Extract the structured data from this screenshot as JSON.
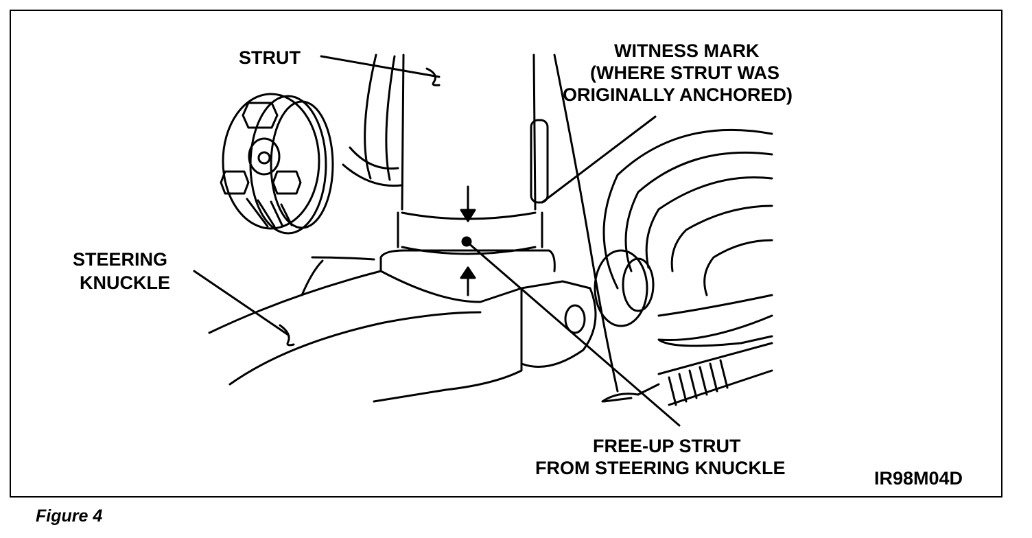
{
  "figure": {
    "labels": {
      "strut": "STRUT",
      "witness_mark_1": "WITNESS MARK",
      "witness_mark_2": "(WHERE STRUT WAS",
      "witness_mark_3": "ORIGINALLY ANCHORED)",
      "knuckle_1": "STEERING",
      "knuckle_2": "KNUCKLE",
      "free_up_1": "FREE-UP STRUT",
      "free_up_2": "FROM STEERING KNUCKLE",
      "ref_code": "IR98M04D"
    },
    "caption": "Figure 4"
  }
}
